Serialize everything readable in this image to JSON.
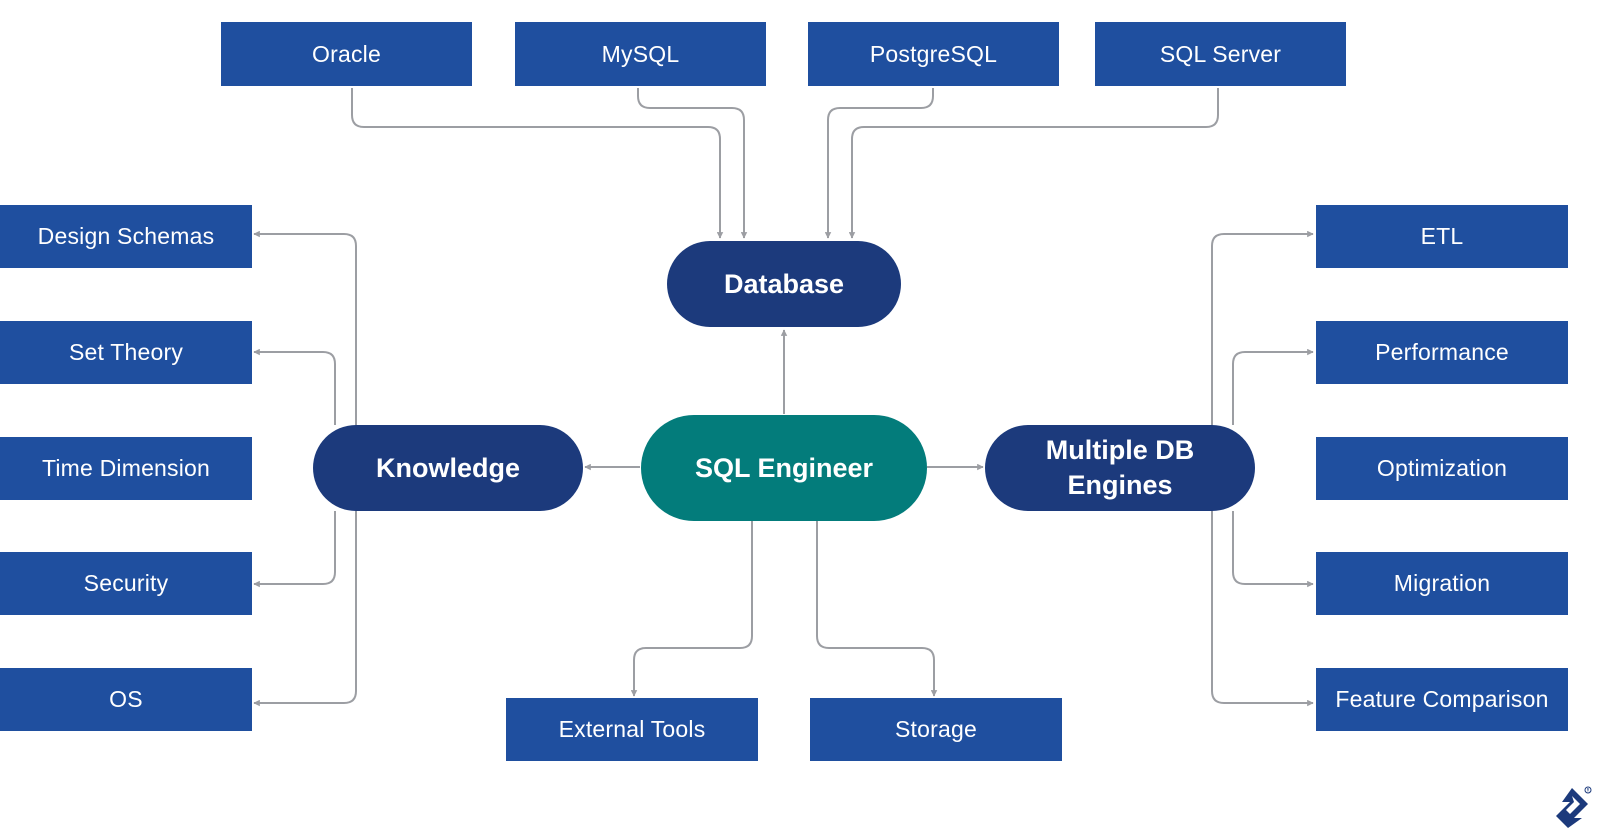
{
  "colors": {
    "box": "#1f4f9f",
    "pill": "#1c3a7c",
    "center": "#037c7b",
    "connector": "#9c9ea3"
  },
  "center": "SQL Engineer",
  "hubs": {
    "database": "Database",
    "knowledge": "Knowledge",
    "engines": "Multiple DB\nEngines"
  },
  "databases": [
    "Oracle",
    "MySQL",
    "PostgreSQL",
    "SQL Server"
  ],
  "knowledge_topics": [
    "Design Schemas",
    "Set Theory",
    "Time Dimension",
    "Security",
    "OS"
  ],
  "engine_topics": [
    "ETL",
    "Performance",
    "Optimization",
    "Migration",
    "Feature Comparison"
  ],
  "tools": [
    "External Tools",
    "Storage"
  ],
  "logo_icon": "toptal-logo-icon"
}
